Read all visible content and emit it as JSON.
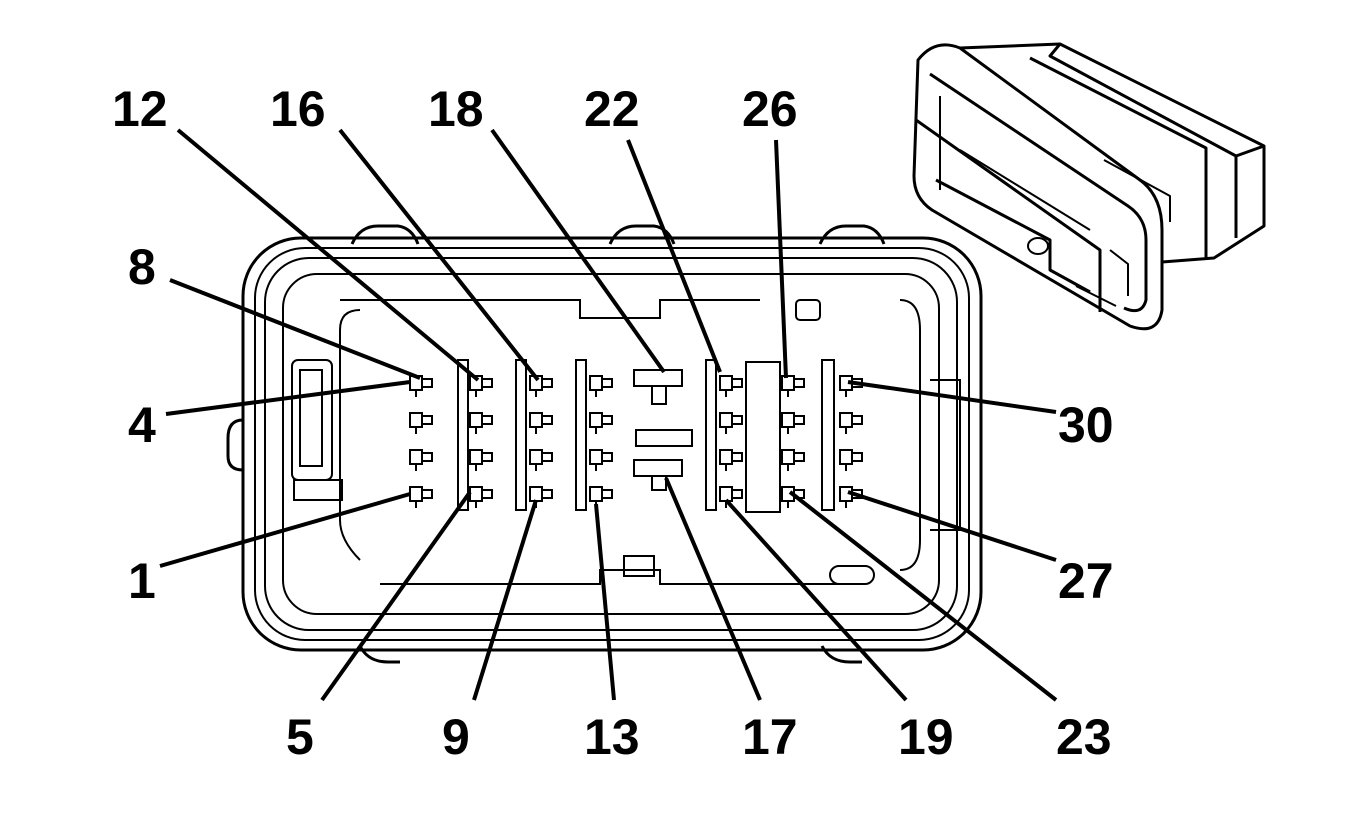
{
  "diagram": {
    "pin_labels": {
      "top": [
        "12",
        "16",
        "18",
        "22",
        "26"
      ],
      "left": [
        "8",
        "4",
        "1"
      ],
      "right": [
        "30",
        "27"
      ],
      "bottom": [
        "5",
        "9",
        "13",
        "17",
        "19",
        "23"
      ]
    },
    "colors": {
      "line": "#000000",
      "background": "#ffffff"
    }
  }
}
